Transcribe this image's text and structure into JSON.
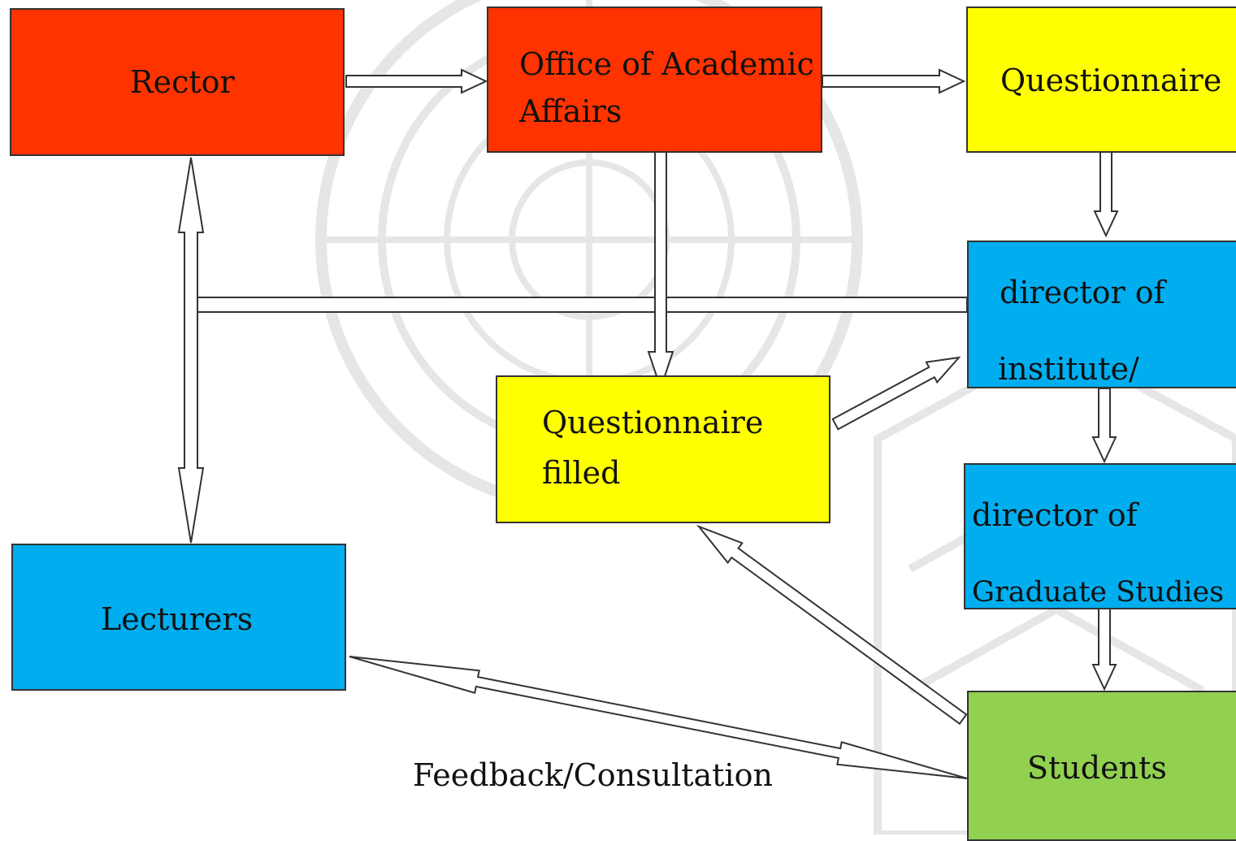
{
  "colors": {
    "red": "#ff3300",
    "yellow": "#ffff00",
    "blue": "#00aeef",
    "green": "#92d050",
    "watermark": "#e6e6e6",
    "arrow_stroke": "#333333"
  },
  "nodes": {
    "rector": {
      "lines": [
        "Rector"
      ],
      "color": "red"
    },
    "office": {
      "lines": [
        "Office of Academic",
        "Affairs"
      ],
      "color": "red"
    },
    "questionnaire": {
      "lines": [
        "Questionnaire"
      ],
      "color": "yellow"
    },
    "director_institute": {
      "lines": [
        "director of",
        "institute/"
      ],
      "color": "blue"
    },
    "questionnaire_filled": {
      "lines": [
        "Questionnaire",
        "filled"
      ],
      "color": "yellow"
    },
    "director_graduate": {
      "lines": [
        "director of",
        "Graduate Studies"
      ],
      "color": "blue"
    },
    "lecturers": {
      "lines": [
        "Lecturers"
      ],
      "color": "blue"
    },
    "students": {
      "lines": [
        "Students"
      ],
      "color": "green"
    }
  },
  "edges": [
    {
      "from": "rector",
      "to": "office",
      "direction": "forward"
    },
    {
      "from": "office",
      "to": "questionnaire",
      "direction": "forward"
    },
    {
      "from": "questionnaire",
      "to": "director_institute",
      "direction": "forward"
    },
    {
      "from": "office",
      "to": "questionnaire_filled",
      "direction": "forward"
    },
    {
      "from": "director_institute",
      "to": "rector_lecturers_line",
      "direction": "none"
    },
    {
      "from": "rector",
      "to": "lecturers",
      "direction": "both"
    },
    {
      "from": "questionnaire_filled",
      "to": "director_institute",
      "direction": "forward"
    },
    {
      "from": "director_institute",
      "to": "director_graduate",
      "direction": "forward"
    },
    {
      "from": "director_graduate",
      "to": "students",
      "direction": "forward"
    },
    {
      "from": "students",
      "to": "questionnaire_filled",
      "direction": "forward"
    },
    {
      "from": "lecturers",
      "to": "students",
      "direction": "both"
    }
  ],
  "caption": "Feedback/Consultation",
  "watermark": "un-emblem"
}
